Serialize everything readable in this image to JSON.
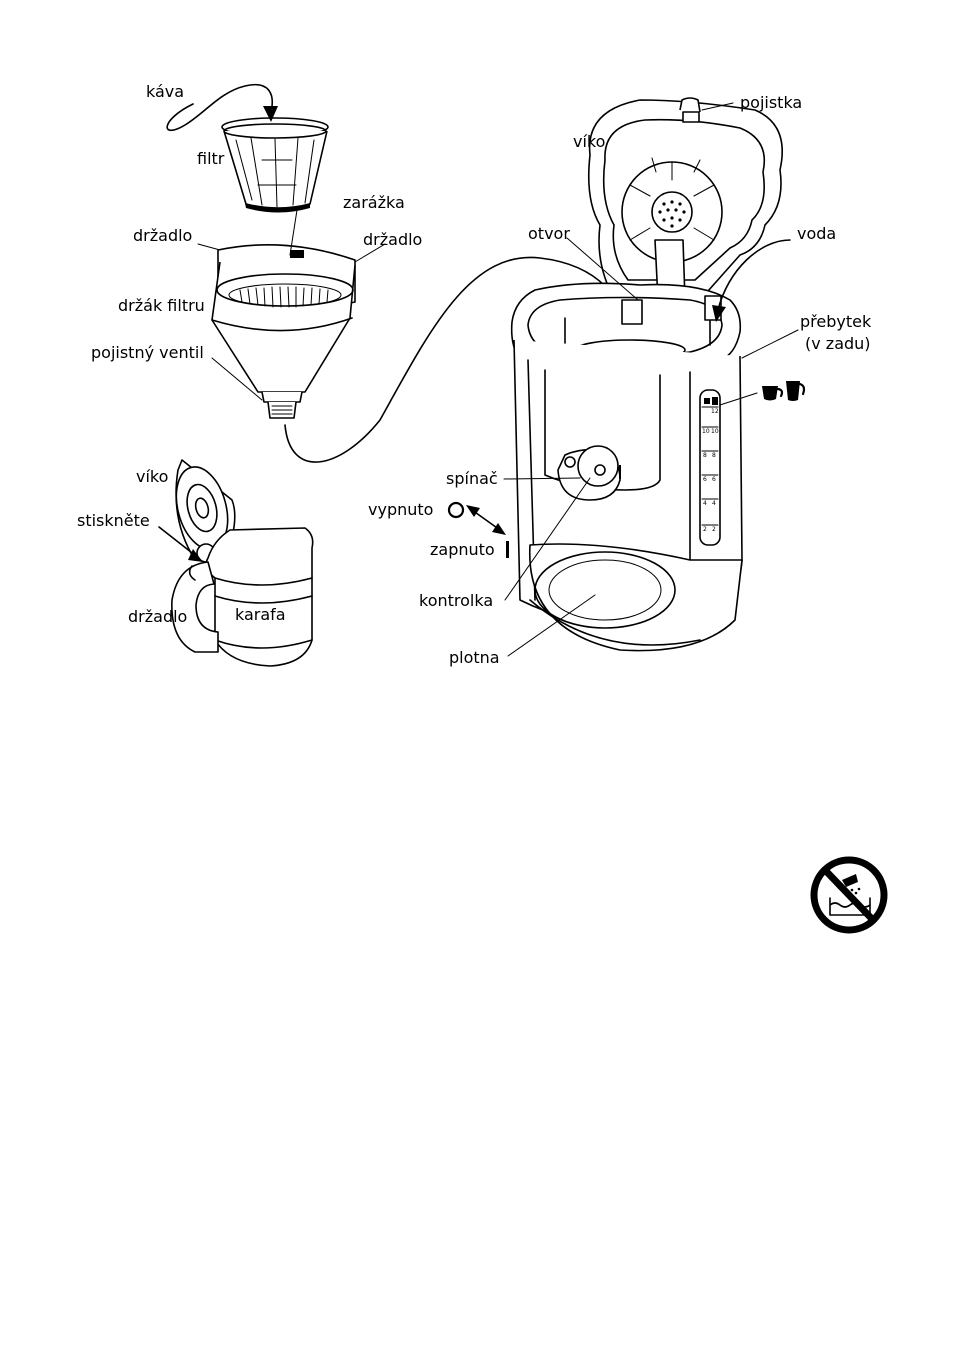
{
  "labels": {
    "kava": "káva",
    "filtr": "filtr",
    "zarazka": "zarážka",
    "drzadlo_left": "držadlo",
    "drzadlo_right": "držadlo",
    "drzak_filtru": "držák filtru",
    "pojistny_ventil": "pojistný ventil",
    "viko_carafe": "víko",
    "stisknete": "stiskněte",
    "drzadlo_carafe": "držadlo",
    "karafa": "karafa",
    "pojistka": "pojistka",
    "viko_machine": "víko",
    "otvor": "otvor",
    "voda": "voda",
    "prebytek": "přebytek",
    "v_zadu": "(v zadu)",
    "spinac": "spínač",
    "vypnuto": "vypnuto",
    "zapnuto": "zapnuto",
    "kontrolka": "kontrolka",
    "plotna": "plotna"
  },
  "switch_mark_on": "I",
  "gauge": {
    "left_scale": [
      "10",
      "8",
      "6",
      "4",
      "2"
    ],
    "right_scale": [
      "12",
      "10",
      "8",
      "6",
      "4",
      "2"
    ]
  },
  "icons": {
    "cups": "small-cup-and-mug-icon",
    "warning": "no-water-immersion-icon"
  }
}
